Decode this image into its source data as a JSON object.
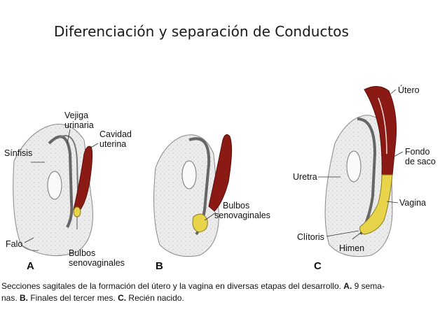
{
  "title": "Diferenciación y separación de Conductos",
  "labels": {
    "sinfisis": "Sínfisis",
    "vejiga_1": "Vejiga",
    "vejiga_2": "urinaria",
    "cavidad_1": "Cavidad",
    "cavidad_2": "uterina",
    "falo": "Falo",
    "bulbos_a_1": "Bulbos",
    "bulbos_a_2": "senovaginales",
    "bulbos_b_1": "Bulbos",
    "bulbos_b_2": "senovaginales",
    "utero": "Útero",
    "fondo_1": "Fondo",
    "fondo_2": "de saco",
    "uretra": "Uretra",
    "vagina": "Vagina",
    "clitoris": "Clítoris",
    "himen": "Himen"
  },
  "panels": {
    "a": "A",
    "b": "B",
    "c": "C"
  },
  "caption": {
    "line1_text": "Secciones sagitales de la formación del útero y la vagina en diversas etapas del desarrollo. ",
    "line1_bold": "A.",
    "line1_end": " 9 sema-",
    "line2_start": "nas. ",
    "line2_bold_b": "B.",
    "line2_mid": " Finales del tercer mes. ",
    "line2_bold_c": "C.",
    "line2_end": " Recién nacido."
  },
  "colors": {
    "uterus": "#8b1a14",
    "bulb": "#e8d44a",
    "tissue": "#e6e6e6",
    "line": "#555555"
  }
}
